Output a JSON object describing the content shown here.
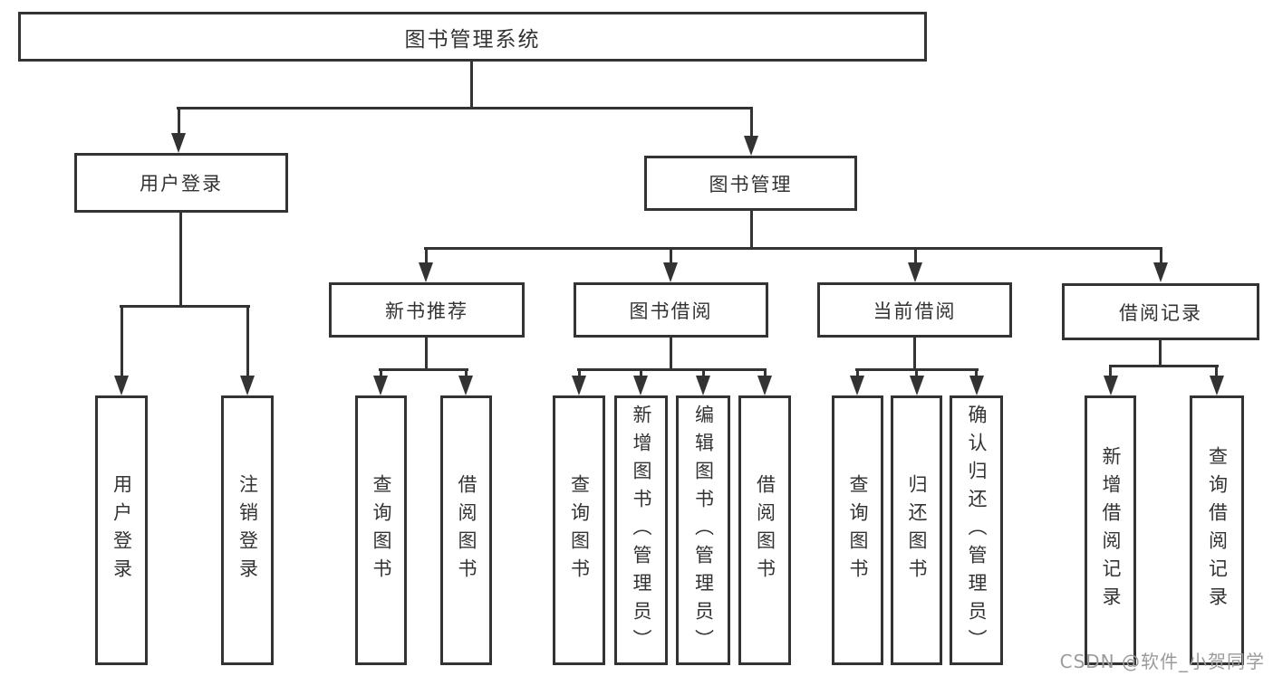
{
  "diagram": {
    "type": "tree",
    "root": {
      "label": "图书管理系统"
    },
    "children": [
      {
        "label": "用户登录",
        "children": [
          {
            "label": "用户登录"
          },
          {
            "label": "注销登录"
          }
        ]
      },
      {
        "label": "图书管理",
        "children": [
          {
            "label": "新书推荐",
            "children": [
              {
                "label": "查询图书"
              },
              {
                "label": "借阅图书"
              }
            ]
          },
          {
            "label": "图书借阅",
            "children": [
              {
                "label": "查询图书"
              },
              {
                "label": "新增图书（管理员）"
              },
              {
                "label": "编辑图书（管理员）"
              },
              {
                "label": "借阅图书"
              }
            ]
          },
          {
            "label": "当前借阅",
            "children": [
              {
                "label": "查询图书"
              },
              {
                "label": "归还图书"
              },
              {
                "label": "确认归还（管理员）"
              }
            ]
          },
          {
            "label": "借阅记录",
            "children": [
              {
                "label": "新增借阅记录"
              },
              {
                "label": "查询借阅记录"
              }
            ]
          }
        ]
      }
    ]
  },
  "watermark": "CSDN @软件_小贺同学",
  "colors": {
    "line": "#333333",
    "box_border": "#333333",
    "text": "#333333",
    "watermark": "#9b9b9b",
    "background": "#ffffff"
  }
}
